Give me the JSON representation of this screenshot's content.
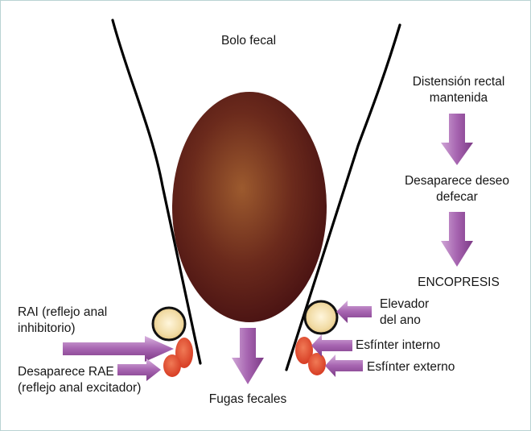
{
  "labels": {
    "bolus": "Bolo fecal",
    "distension_line1": "Distensión rectal",
    "distension_line2": "mantenida",
    "desire_line1": "Desaparece deseo",
    "desire_line2": "defecar",
    "encopresis": "ENCOPRESIS",
    "levator_line1": "Elevador",
    "levator_line2": "del ano",
    "internal_sphincter": "Esfínter interno",
    "external_sphincter": "Esfínter externo",
    "rai_line1": "RAI (reflejo anal",
    "rai_line2": "inhibitorio)",
    "rae_line1": "Desaparece RAE",
    "rae_line2": "(reflejo anal excitador)",
    "leakage": "Fugas fecales"
  },
  "colors": {
    "bolus_center": "#9c5a2e",
    "bolus_edge": "#4a1313",
    "arrow_light": "#cfa6d6",
    "arrow_dark": "#7d3a86",
    "sphincter": "#e24a2f",
    "levator_fill": "#f3dfae",
    "wall": "#000000",
    "border": "#b9d3d3"
  }
}
